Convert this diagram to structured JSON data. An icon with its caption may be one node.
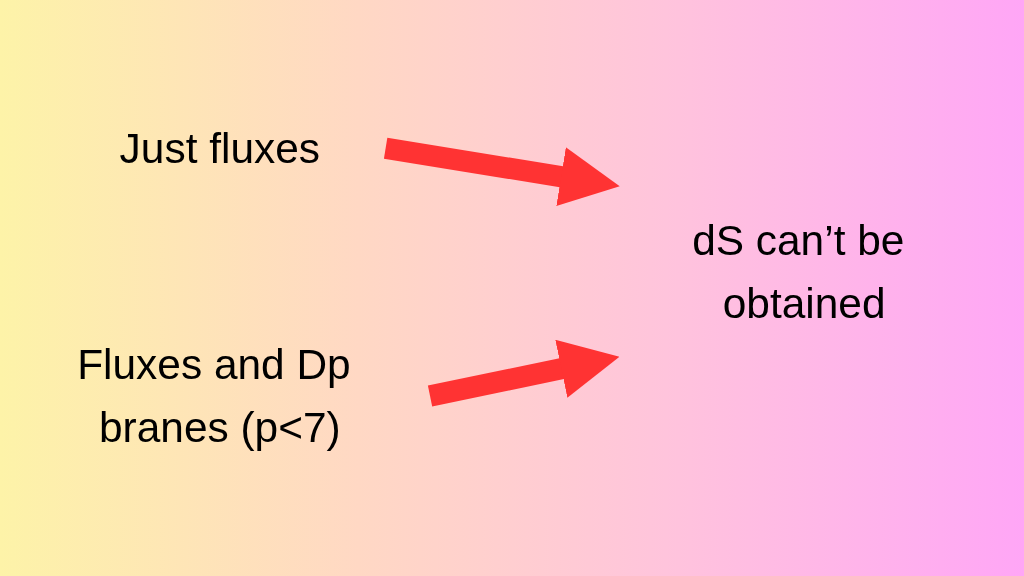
{
  "diagram": {
    "nodes": [
      {
        "text": [
          "Just fluxes"
        ]
      },
      {
        "text": [
          "Fluxes and Dp branes (p<7)"
        ]
      },
      {
        "text": [
          "dS can’t be obtained"
        ]
      }
    ],
    "edges": [
      {
        "from": 0,
        "to": 2,
        "arrow": "to"
      },
      {
        "from": 1,
        "to": 2,
        "arrow": "to"
      }
    ]
  }
}
